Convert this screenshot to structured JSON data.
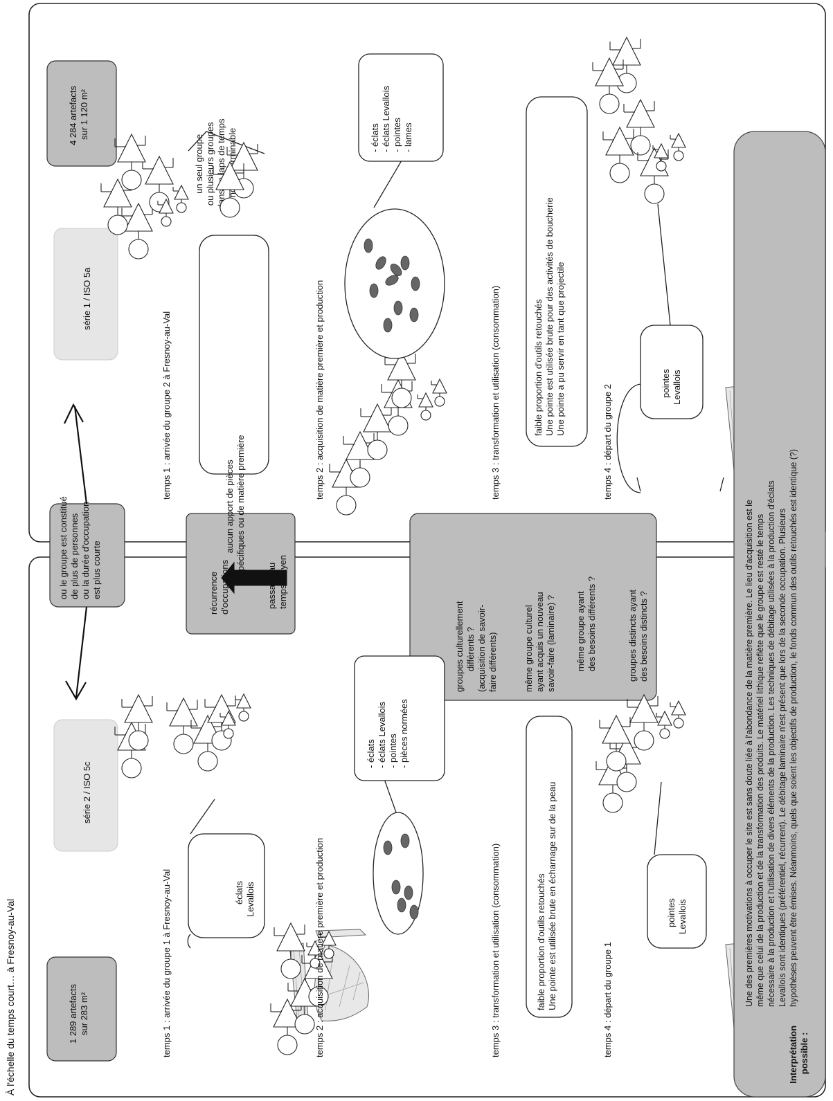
{
  "header": "À l'échelle du temps court… à Fresnoy-au-Val",
  "left_panel": {
    "count_line1": "1 289 artefacts",
    "count_line2": "sur 283 m²",
    "series": "série 2 / ISO 5c",
    "temps1": "temps 1 : arrivée du groupe 1 à Fresnoy-au-Val",
    "temps1_box": [
      "éclats",
      "Levallois"
    ],
    "temps2": "temps 2 : acquisition de matière première et production",
    "temps2_list": [
      "- éclats",
      "- éclats Levallois",
      "- pointes",
      "- pièces normées"
    ],
    "temps3": "temps 3 : transformation et utilisation (consommation)",
    "temps3_box": [
      "faible proportion d'outils retouchés",
      "Une pointe est utilisée brute en écharnage sur de la peau"
    ],
    "temps4": "temps 4 : départ du groupe 1",
    "temps4_box": [
      "pointes",
      "Levallois"
    ]
  },
  "right_panel": {
    "count_line1": "4 284 artefacts",
    "count_line2": "sur 1 120 m²",
    "series": "série 1 / ISO 5a",
    "group_note": [
      "un seul groupe",
      "ou plusieurs groupes",
      "dans un laps de temps",
      "non déterminable"
    ],
    "temps1": "temps 1 : arrivée du groupe 2 à Fresnoy-au-Val",
    "temps1_box": [
      "aucun apport de pièces",
      "spécifiques ou de matière première"
    ],
    "temps2": "temps 2 : acquisition de matière première et production",
    "temps2_list": [
      "- éclats",
      "- éclats Levallois",
      "- pointes",
      "- lames"
    ],
    "temps3": "temps 3 : transformation et utilisation (consommation)",
    "temps3_box": [
      "faible proportion d'outils retouchés",
      "Une pointe est utilisée brute pour des activités de boucherie",
      "Une pointe a pu servir en tant que projectile"
    ],
    "temps4": "temps 4 : départ du groupe 2",
    "temps4_box": [
      "pointes",
      "Levallois"
    ]
  },
  "middle": {
    "group_box": [
      "ou le groupe est constitué",
      "de plus de personnes",
      "ou la durée d'occupation",
      "est plus courte"
    ],
    "recurrence": [
      "récurrence",
      "d'occupations"
    ],
    "passage": [
      "passage au",
      "temps moyen"
    ],
    "hypotheses": [
      [
        "groupes culturellement",
        "différents ?",
        "(acquisition de savoir-",
        "faire différents)"
      ],
      [
        "même groupe culturel",
        "ayant acquis un nouveau",
        "savoir-faire (laminaire) ?"
      ],
      [
        "même groupe ayant",
        "des besoins différents ?"
      ],
      [
        "groupes distincts ayant",
        "des besoins distincts ?"
      ]
    ]
  },
  "interpretation": {
    "label": [
      "Interprétation",
      "possible :"
    ],
    "text": [
      "Une des premières motivations à occuper le site est sans doute liée à l'abondance de la matière première. Le lieu d'acquisition est le",
      "même que celui de la production et de la transformation des produits. Le matériel lithique reflète que le groupe est resté le temps",
      "nécessaire à la production et l'utilisation de divers éléments de la production. Les techniques de débitage utilisées à la production d'éclats",
      "Levallois sont identiques (préférentiel, récurrent). Le débitage laminaire n'est présent que lors de la seconde occupation. Plusieurs",
      "hypothèses peuvent être émises. Néanmoins, quels que soient les objectifs de production, le fonds commun des outils retouchés est identique (?)"
    ]
  }
}
